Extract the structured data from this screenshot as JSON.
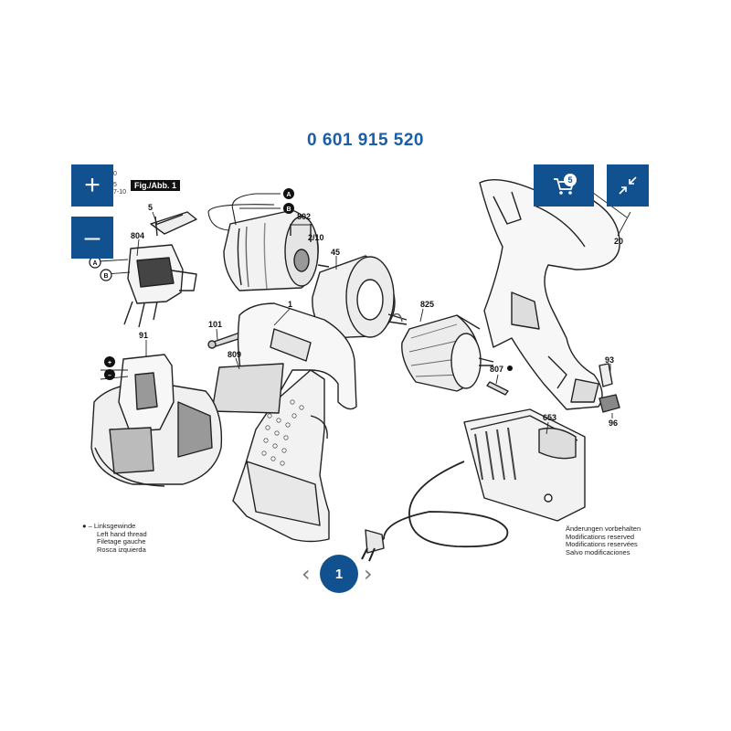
{
  "header": {
    "part_number": "0 601 915 520"
  },
  "toolbar": {
    "zoom_in": "+",
    "zoom_out": "–",
    "cart_count": "5",
    "page_current": "1"
  },
  "figure": {
    "label": "Fig./Abb. 1",
    "clipped_text": [
      "0",
      "5",
      "7-10"
    ],
    "callouts": [
      "5",
      "804",
      "802",
      "2/10",
      "45",
      "1",
      "825",
      "101",
      "809",
      "91",
      "807",
      "20",
      "93",
      "96",
      "653"
    ],
    "markers": {
      "a": "A",
      "b": "B",
      "plus": "+",
      "minus": "–"
    }
  },
  "notes": {
    "left_hand_thread": [
      "●  – Linksgewinde",
      "Left hand thread",
      "Filetage gauche",
      "Rosca izquierda"
    ],
    "modifications": [
      "Änderungen vorbehalten",
      "Modifications reserved",
      "Modifications reservées",
      "Salvo modificaciones"
    ]
  },
  "colors": {
    "accent": "#12518f",
    "title": "#1a5ea8"
  }
}
